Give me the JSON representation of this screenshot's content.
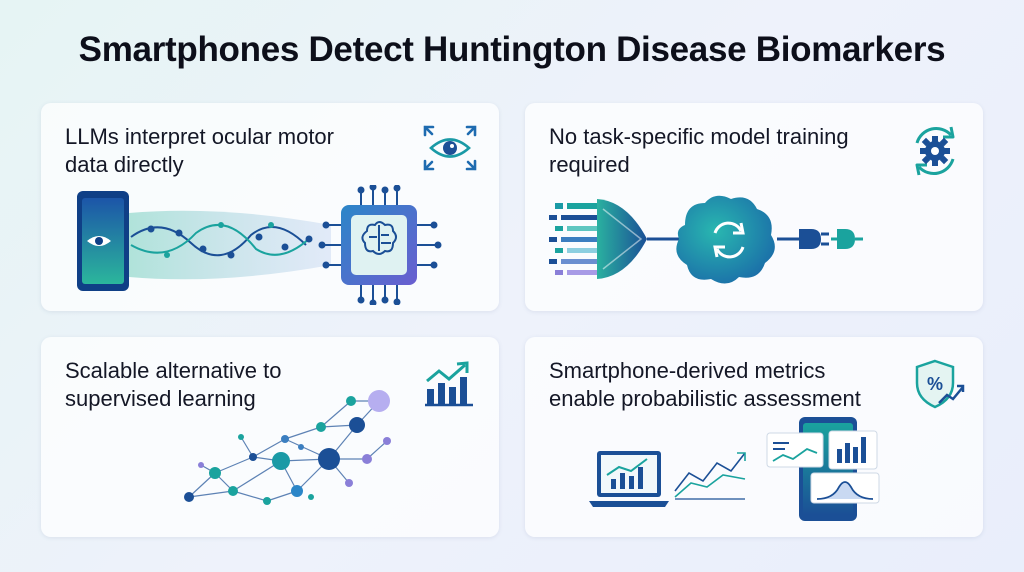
{
  "title": "Smartphones Detect Huntington Disease Biomarkers",
  "cards": [
    {
      "text": "LLMs interpret ocular motor data directly",
      "icon": "eye-scan-icon"
    },
    {
      "text": "No task-specific model training required",
      "icon": "gear-cycle-icon"
    },
    {
      "text": "Scalable alternative to supervised learning",
      "icon": "bar-chart-trend-icon"
    },
    {
      "text": "Smartphone-derived metrics enable probabilistic assessment",
      "icon": "shield-percent-icon"
    }
  ],
  "colors": {
    "teal": "#17a0a0",
    "blue": "#1b4fa0",
    "navy": "#1a3a7a",
    "purple": "#8a7fd8"
  }
}
